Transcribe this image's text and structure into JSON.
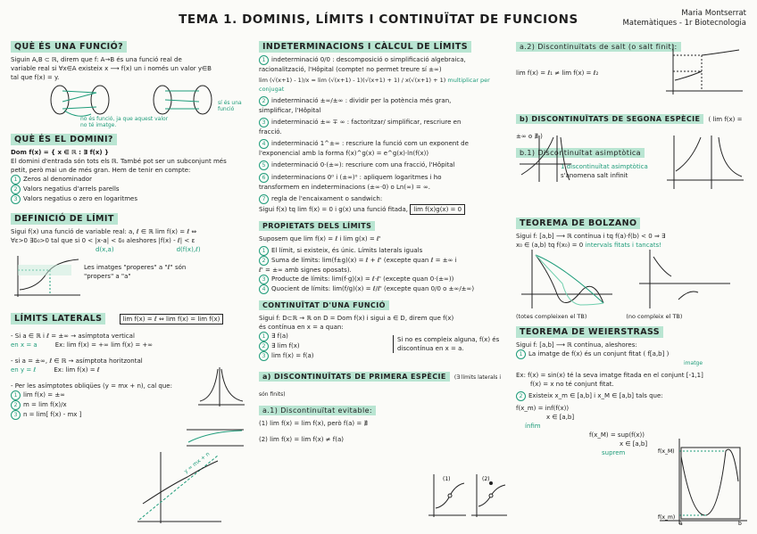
{
  "header": {
    "title": "TEMA 1. DOMINIS, LÍMITS I CONTINUÏTAT DE FUNCIONS",
    "author": "Maria Montserrat",
    "course": "Matemàtiques - 1r Biotecnologia"
  },
  "col1": {
    "s1_title": "QUÈ ÉS UNA FUNCIÓ?",
    "s1_text1": "Siguin A,B ⊂ ℝ, direm que f: A→B és una funció real de",
    "s1_text2": "variable real si ∀x∈A existeix x ⟶ f(x) un i només un valor y∈B",
    "s1_text3": "tal que f(x) = y.",
    "s1_note_no": "no és funció, ja que aquest valor no té imatge.",
    "s1_note_yes": "sí és una funció",
    "s2_title": "QUÈ ÉS EL DOMINI?",
    "s2_def": "Dom f(x) = { x ∈ ℝ : ∃ f(x) }",
    "s2_text1": "El domini d'entrada són tots els ℝ. També pot ser un subconjunt més",
    "s2_text2": "petit, però mai un de més gran. Hem de tenir en compte:",
    "s2_items": [
      "Zeros al denominador",
      "Valors negatius d'arrels parells",
      "Valors negatius o zero en logaritmes"
    ],
    "s3_title": "DEFINICIÓ DE LÍMIT",
    "s3_text1": "Sigui f(x) una funció de variable real: a, ℓ ∈ ℝ   lim f(x) = ℓ ⇔",
    "s3_text2": "∀ε>0 ∃δ₀>0 tal que si 0 < |x-a| < δ₀ aleshores |f(x) - ℓ| < ε",
    "s3_d1": "d(x,a)",
    "s3_d2": "d(f(x),ℓ)",
    "s3_note": "Les imatges \"properes\" a \"ℓ\" són \"propers\" a \"a\"",
    "s4_title": "LÍMITS LATERALS",
    "s4_box": "lim f(x) = ℓ ⇔ lim f(x) = lim f(x)",
    "s4_a1": "- Si a ∈ ℝ i ℓ = ±∞ → asímptota vertical",
    "s4_a1b": "en x = a",
    "s4_ex1": "Ex:  lim f(x) = +∞    lim f(x) = +∞",
    "s4_a2": "- si a = ±∞, ℓ ∈ ℝ → asímptota horitzontal",
    "s4_a2b": "en y = ℓ",
    "s4_ex2": "Ex:  lim f(x) = ℓ",
    "s4_a3": "- Per les asímptotes obliqües (y = mx + n), cal que:",
    "s4_obl": [
      "lim f(x) = ±∞",
      "m = lim f(x)/x",
      "n = lim[ f(x) - mx ]"
    ],
    "s4_graph_label": "y = mx + n"
  },
  "col2": {
    "s1_title": "INDETERMINACIONS I CÀLCUL DE LÍMITS",
    "i1": "indeterminació 0/0 : descomposició o simplificació algebraica,",
    "i1b": "racionalització, l'Hôpital (compte! no permet treure sí ±∞)",
    "i1_eq": "lim (√(x+1) - 1)/x = lim (√(x+1) - 1)(√(x+1) + 1) / x(√(x+1) + 1)",
    "i1_note": "multiplicar per conjugat",
    "i2": "indeterminació ±∞/±∞ : dividir per la potència més gran,",
    "i2b": "simplificar, l'Hôpital",
    "i3": "indeterminació ±∞ ∓ ∞ : factoritzar/ simplificar, rescriure en",
    "i3b": "fracció.",
    "i4": "indeterminació 1^±∞ : rescriure la funció com un exponent de",
    "i4b": "l'exponencial amb la forma  f(x)^g(x) = e^g(x)·ln(f(x))",
    "i5": "indeterminació 0·(±∞): rescriure com una fracció, l'Hôpital",
    "i6": "indeterminacions 0⁰ i (±∞)⁰ : apliquem logaritmes i ho",
    "i6b": "transformem en indeterminacions (±∞·0) o Ln(∞) = ∞.",
    "i7": "regla de l'encaixament o sandwich:",
    "i7b": "Sigui f(x) tq lim f(x) = 0 i g(x) una funció fitada,",
    "i7box": "lim f(x)g(x) = 0",
    "s2_title": "PROPIETATS DELS LÍMITS",
    "p0": "Suposem que lim f(x) = ℓ  i  lim g(x) = ℓ'",
    "p1": "El límit, si existeix, és únic. Límits laterals iguals",
    "p2": "Suma de límits: lim(f±g)(x) = ℓ + ℓ'  (excepte quan ℓ = ±∞ i",
    "p2b": "ℓ' = ±∞ amb signes oposats).",
    "p3": "Producte de límits: lim(f·g)(x) = ℓ·ℓ'  (excepte quan 0·(±∞))",
    "p4": "Quocient de límits: lim(f/g)(x) = ℓ/ℓ'  (excepte quan 0/0 o ±∞/±∞)",
    "s3_title": "CONTINUÏTAT D'UNA FUNCIÓ",
    "c0": "Sigui f: D⊂ℝ → ℝ on D = Dom f(x) i sigui a ∈ D, direm que f(x)",
    "c0b": "és contínua en x = a quan:",
    "c1": "∃ f(a)",
    "c2": "∃ lim f(x)",
    "c3": "lim f(x) = f(a)",
    "c_note": "Si no es compleix alguna, f(x) és discontínua en x = a.",
    "s4_title": "a) DISCONTINUÏTATS DE PRIMERA ESPÈCIE",
    "s4_sub": "(∃ límits laterals i són finits)",
    "s5_title": "a.1) Discontinuïtat evitable:",
    "e1": "(1) lim f(x) = lim f(x), però f(a) = ∄",
    "e2": "(2) lim f(x) = lim f(x) ≠ f(a)",
    "g_labels": [
      "(1)",
      "(2)"
    ]
  },
  "col3": {
    "a2_title": "a.2) Discontinuïtats de salt (o salt finit):",
    "a2_eq": "lim f(x) = ℓ₁ ≠ lim f(x) = ℓ₂",
    "b_title": "b) DISCONTINUÏTATS DE SEGONA ESPÈCIE",
    "b_eq": "( lim f(x) = ±∞ o ∄ )",
    "b1_title": "b.1) Discontinuïtat asimptòtica",
    "b1_note1": "1 discontinuïtat asimptòtica",
    "b1_note2": "s'anomena salt infinit",
    "s1_title": "TEOREMA DE BOLZANO",
    "bz1": "Sigui f: [a,b] ⟶ ℝ contínua i tq f(a)·f(b) < 0 ⇒ ∃",
    "bz2": "x₀ ∈ (a,b) tq f(x₀) = 0",
    "bz_note": "intervals fitats i tancats!",
    "bz_c1": "(totes compleixen el TB)",
    "bz_c2": "(no compleix el TB)",
    "s2_title": "TEOREMA DE WEIERSTRASS",
    "w0": "Sigui f: [a,b] ⟶ ℝ contínua, aleshores:",
    "w1": "La imatge de f(x) és un conjunt fitat ( f[a,b] )",
    "w1_label": "imatge",
    "w_ex": "Ex:  f(x) = sin(x) té la seva imatge fitada en el conjunt [-1,1]",
    "w_ex2": "f(x) = x no té conjunt fitat.",
    "w2": "Existeix x_m ∈ [a,b] i x_M ∈ [a,b] tals que:",
    "w_inf": "f(x_m) = inf(f(x))",
    "w_inf2": "x ∈ [a,b]",
    "w_inf_label": "ínfim",
    "w_sup": "f(x_M) = sup(f(x))",
    "w_sup2": "x ∈ [a,b]",
    "w_sup_label": "suprem",
    "g_labels": [
      "f(x_M)",
      "f(x_m)",
      "a",
      "b"
    ]
  }
}
